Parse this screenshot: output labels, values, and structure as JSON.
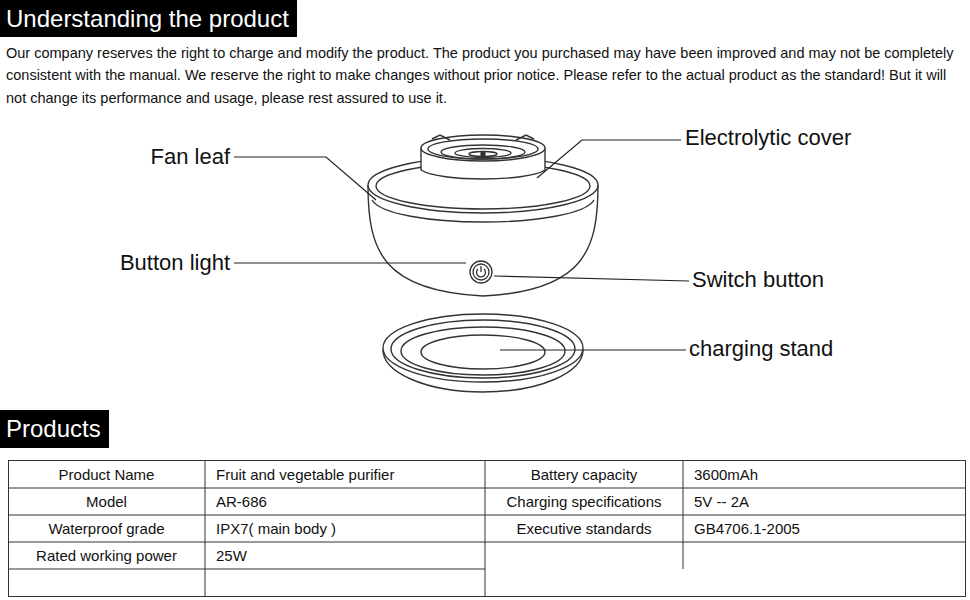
{
  "diagram": {
    "nodes": [
      {
        "text": [
          "Understanding the product"
        ]
      },
      {
        "text": [
          "Products"
        ]
      }
    ],
    "labels": [
      "Our company reserves the right to charge and modify the product. The product you purchased may have been improved and may not be completely consistent with the manual. We reserve the right to make changes without prior notice. Please refer to the actual product as the standard! But it will not change its performance and usage, please rest assured to use it.",
      "Fan leaf",
      "Electrolytic cover",
      "Button light",
      "Switch button",
      "charging stand",
      "Product Name",
      "Fruit and vegetable purifier",
      "Battery capacity",
      "3600mAh",
      "Model",
      "AR-686",
      "Charging specifications",
      "5V -- 2A",
      "Waterproof grade",
      "IPX7( main body )",
      "Executive standards",
      "GB4706.1-2005",
      "Rated working power",
      "25W"
    ]
  }
}
